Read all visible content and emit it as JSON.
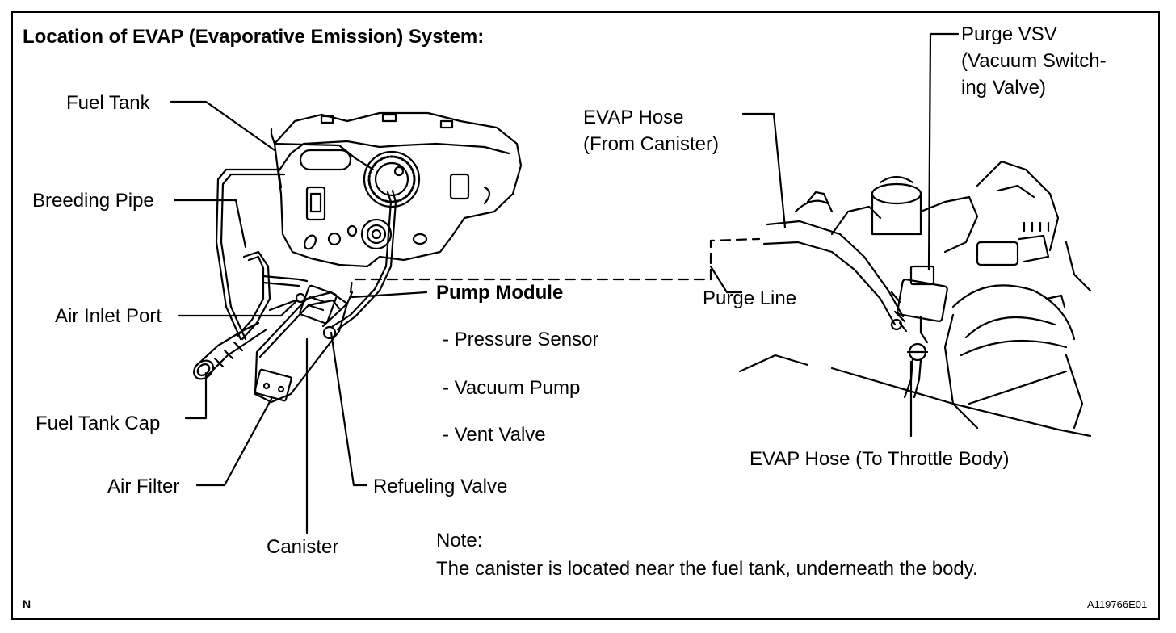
{
  "title": "Location of EVAP (Evaporative Emission) System:",
  "labels": {
    "fuel_tank": "Fuel Tank",
    "breeding_pipe": "Breeding Pipe",
    "air_inlet_port": "Air Inlet Port",
    "fuel_tank_cap": "Fuel Tank Cap",
    "air_filter": "Air Filter",
    "canister": "Canister",
    "refueling_valve": "Refueling Valve",
    "pump_module": "Pump Module",
    "pump_module_items": [
      "- Pressure Sensor",
      "- Vacuum Pump",
      "- Vent Valve"
    ],
    "purge_vsv": [
      "Purge VSV",
      "(Vacuum Switch-",
      "ing Valve)"
    ],
    "evap_hose_from": [
      "EVAP Hose",
      "(From Canister)"
    ],
    "purge_line": "Purge Line",
    "evap_hose_to": "EVAP Hose (To Throttle Body)"
  },
  "note": {
    "heading": "Note:",
    "text": "The canister is located near the fuel tank, underneath the body."
  },
  "orientation_mark": "N",
  "figure_code": "A119766E01"
}
